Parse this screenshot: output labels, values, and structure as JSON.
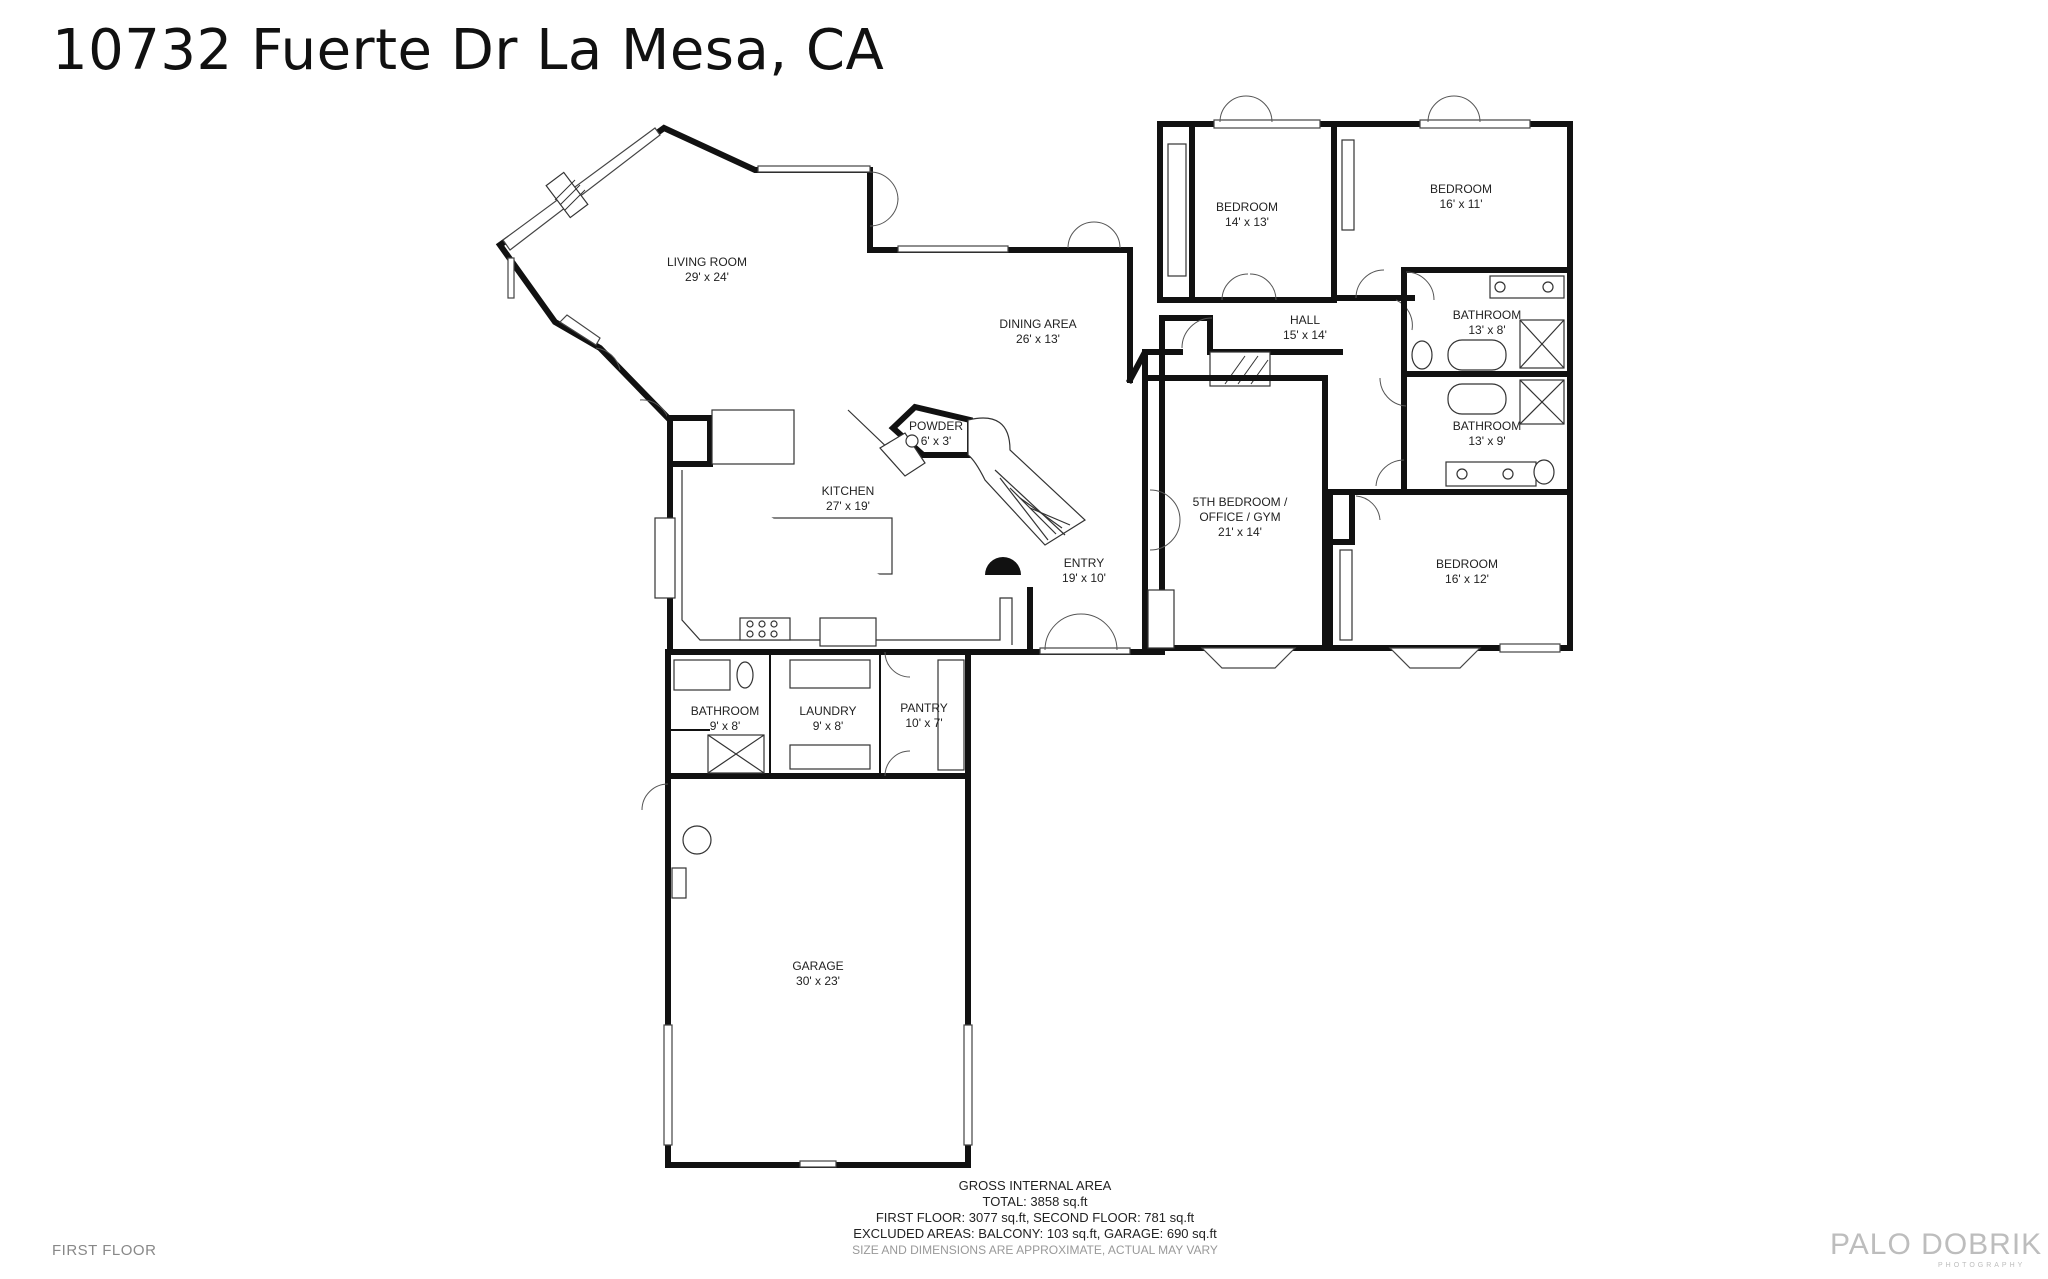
{
  "title": "10732 Fuerte Dr La Mesa, CA",
  "floor_label": "FIRST FLOOR",
  "rooms": [
    {
      "name": "LIVING ROOM",
      "dims": "29' x 24'"
    },
    {
      "name": "DINING AREA",
      "dims": "26' x 13'"
    },
    {
      "name": "BEDROOM",
      "dims": "14' x 13'"
    },
    {
      "name": "BEDROOM",
      "dims": "16' x 11'"
    },
    {
      "name": "HALL",
      "dims": "15' x 14'"
    },
    {
      "name": "BATHROOM",
      "dims": "13' x 8'"
    },
    {
      "name": "BATHROOM",
      "dims": "13' x 9'"
    },
    {
      "name": "POWDER",
      "dims": "6' x 3'"
    },
    {
      "name": "KITCHEN",
      "dims": "27' x 19'"
    },
    {
      "name": "5TH BEDROOM /",
      "name2": "OFFICE / GYM",
      "dims": "21' x 14'"
    },
    {
      "name": "BEDROOM",
      "dims": "16' x 12'"
    },
    {
      "name": "ENTRY",
      "dims": "19' x 10'"
    },
    {
      "name": "BATHROOM",
      "dims": "9' x 8'"
    },
    {
      "name": "LAUNDRY",
      "dims": "9' x 8'"
    },
    {
      "name": "PANTRY",
      "dims": "10' x 7'"
    },
    {
      "name": "GARAGE",
      "dims": "30' x 23'"
    }
  ],
  "gross": {
    "heading": "GROSS INTERNAL AREA",
    "total": "TOTAL: 3858 sq.ft",
    "floors": "FIRST FLOOR: 3077 sq.ft, SECOND FLOOR: 781 sq.ft",
    "excluded": "EXCLUDED AREAS: BALCONY: 103 sq.ft, GARAGE: 690 sq.ft",
    "disclaimer": "SIZE AND DIMENSIONS ARE APPROXIMATE, ACTUAL MAY VARY"
  },
  "watermark": {
    "brand": "PALO DOBRIK",
    "sub": "PHOTOGRAPHY"
  },
  "colors": {
    "wall": "#111111",
    "text": "#222222",
    "watermark": "#bdbdbd"
  }
}
